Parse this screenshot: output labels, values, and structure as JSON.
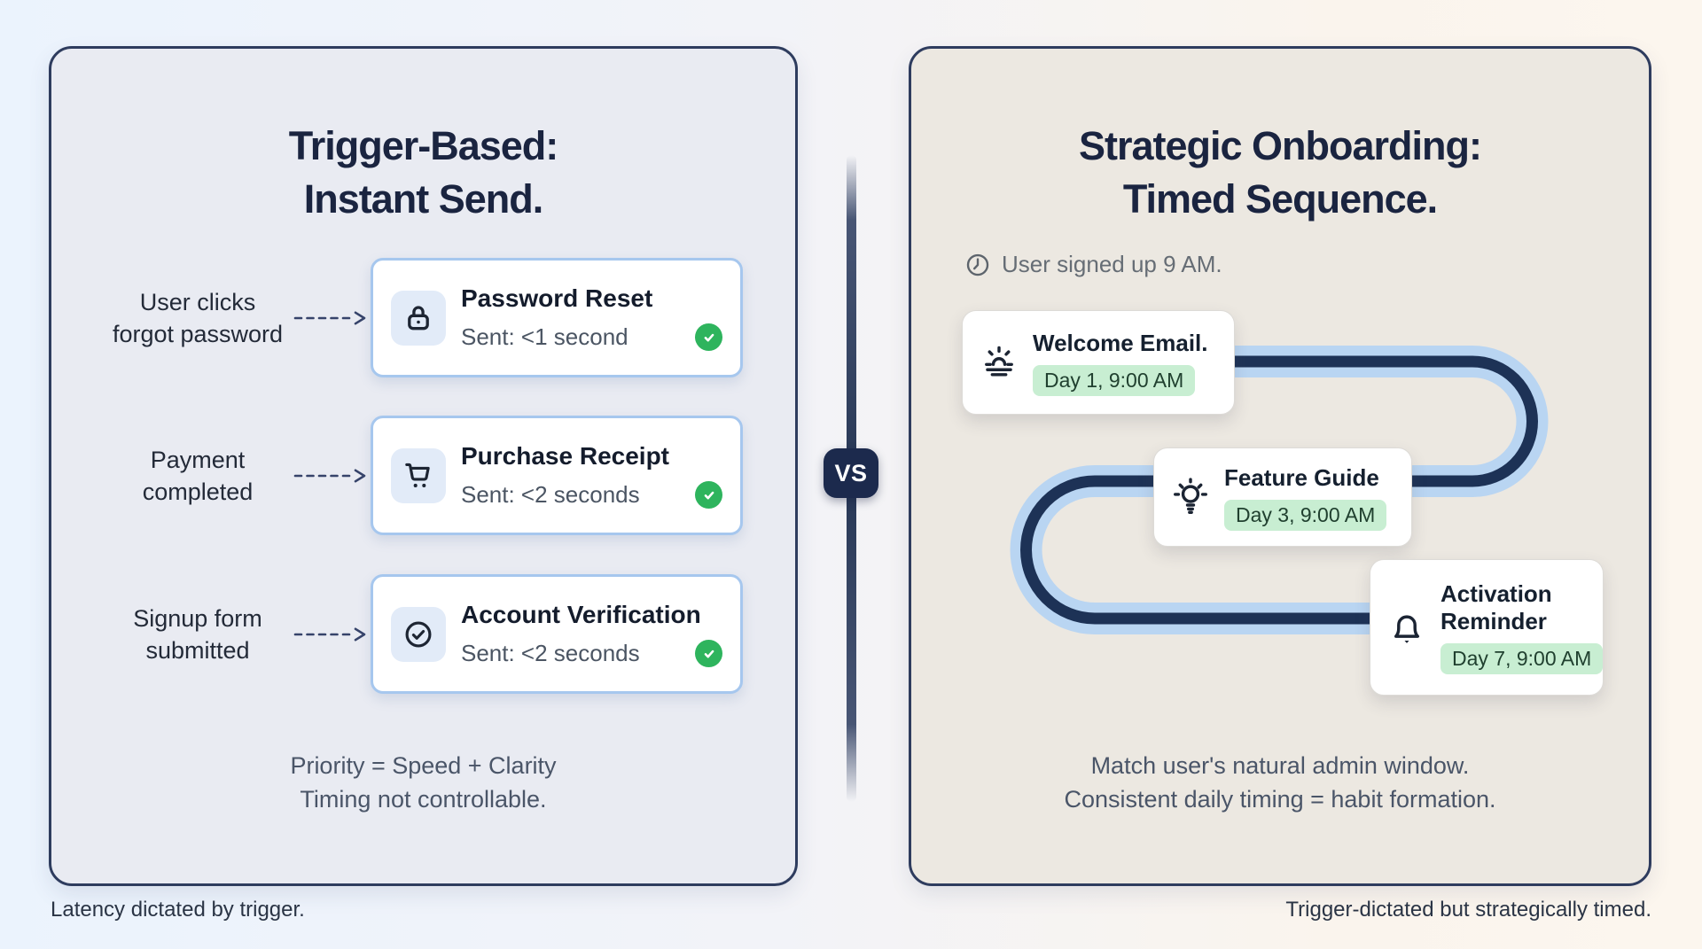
{
  "divider": {
    "vs_label": "VS",
    "line_color": "#273755",
    "badge_bg": "#1c2a4d"
  },
  "left_panel": {
    "title": "Trigger-Based:\nInstant Send.",
    "rows": [
      {
        "trigger": "User clicks\nforgot password",
        "icon": "lock-icon",
        "title": "Password Reset",
        "status": "Sent: <1 second",
        "status_icon": "check-circle-icon"
      },
      {
        "trigger": "Payment\ncompleted",
        "icon": "shopping-cart-icon",
        "title": "Purchase Receipt",
        "status": "Sent: <2 seconds",
        "status_icon": "check-circle-icon"
      },
      {
        "trigger": "Signup form\nsubmitted",
        "icon": "circle-check-icon",
        "title": "Account Verification",
        "status": "Sent: <2 seconds",
        "status_icon": "check-circle-icon"
      }
    ],
    "summary": "Priority = Speed + Clarity\nTiming not controllable.",
    "caption": "Latency dictated by trigger."
  },
  "right_panel": {
    "title": "Strategic Onboarding:\nTimed Sequence.",
    "signup_note": "User signed up 9 AM.",
    "signup_icon": "clock-icon",
    "steps": [
      {
        "icon": "sunrise-icon",
        "title": "Welcome Email.",
        "badge": "Day 1, 9:00 AM"
      },
      {
        "icon": "lightbulb-icon",
        "title": "Feature Guide",
        "badge": "Day 3, 9:00 AM"
      },
      {
        "icon": "bell-icon",
        "title": "Activation Reminder",
        "badge": "Day 7, 9:00 AM"
      }
    ],
    "summary": "Match user's natural admin window.\nConsistent daily timing = habit formation.",
    "caption": "Trigger-dictated but strategically timed."
  },
  "colors": {
    "panel_border": "#2e3c5e",
    "left_panel_bg": "#e9ebf2",
    "right_panel_bg": "#ece8e1",
    "card_border_blue": "#a6c7ee",
    "check_green": "#2eb45d",
    "pill_bg": "#c8eed2",
    "pill_text": "#20402f",
    "path_outer": "#b9d5f2",
    "path_inner": "#1d3256"
  }
}
